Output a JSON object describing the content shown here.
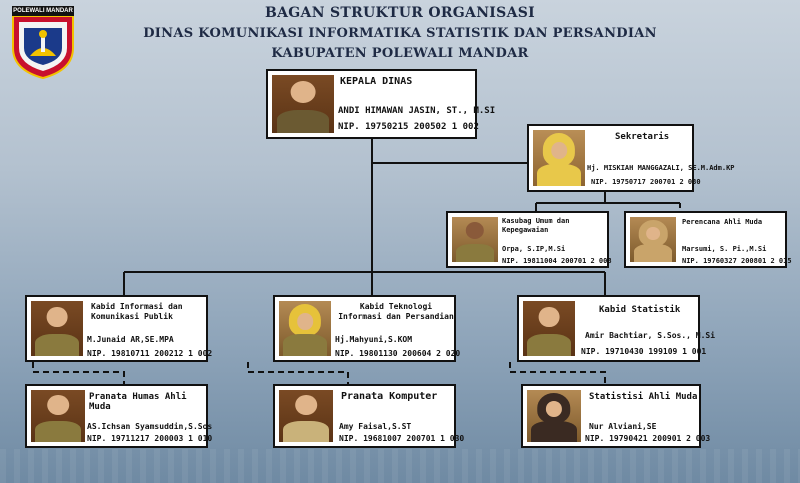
{
  "header": {
    "logo_text": "POLEWALI MANDAR",
    "title1": "BAGAN STRUKTUR ORGANISASI",
    "title2": "DINAS KOMUNIKASI INFORMATIKA STATISTIK DAN PERSANDIAN",
    "title3": "KABUPATEN POLEWALI MANDAR"
  },
  "kepala": {
    "role": "KEPALA DINAS",
    "name": "ANDI HIMAWAN JASIN, ST., M.SI",
    "nip": "NIP. 19750215 200502 1 002"
  },
  "sekretaris": {
    "role": "Sekretaris",
    "name": "Hj. MISKIAH MANGGAZALI, SE.M.Adm.KP",
    "nip": "NIP. 19750717 200701 2 030"
  },
  "kasubag": {
    "role": "Kasubag Umum dan Kepegawaian",
    "name": "Orpa, S.IP,M.Si",
    "nip": "NIP. 19811004 200701 2 008"
  },
  "perencana": {
    "role": "Perencana Ahli Muda",
    "name": "Marsumi, S. Pi.,M.Si",
    "nip": "NIP. 19760327 200801 2 015"
  },
  "kabid_ikp": {
    "role": "Kabid Informasi dan Komunikasi Publik",
    "name": "M.Junaid AR,SE.MPA",
    "nip": "NIP. 19810711 200212 1 002"
  },
  "kabid_tip": {
    "role": "Kabid Teknologi Informasi dan Persandian",
    "name": "Hj.Mahyuni,S.KOM",
    "nip": "NIP. 19801130 200604 2 020"
  },
  "kabid_stat": {
    "role": "Kabid Statistik",
    "name": "Amir Bachtiar, S.Sos., M.Si",
    "nip": "NIP. 19710430 199109 1 001"
  },
  "pranata_humas": {
    "role": "Pranata Humas Ahli Muda",
    "name": "AS.Ichsan Syamsuddin,S.Sos",
    "nip": "NIP. 19711217 200003 1 010"
  },
  "pranata_komputer": {
    "role": "Pranata Komputer",
    "name": "Amy Faisal,S.ST",
    "nip": "NIP. 19681007 200701 1 030"
  },
  "statistisi": {
    "role": "Statistisi Ahli Muda",
    "name": "Nur Alviani,SE",
    "nip": "NIP. 19790421 200901 2 003"
  },
  "colors": {
    "line": "#111111",
    "title": "#1e2a44",
    "card_bg": "#ffffff"
  }
}
